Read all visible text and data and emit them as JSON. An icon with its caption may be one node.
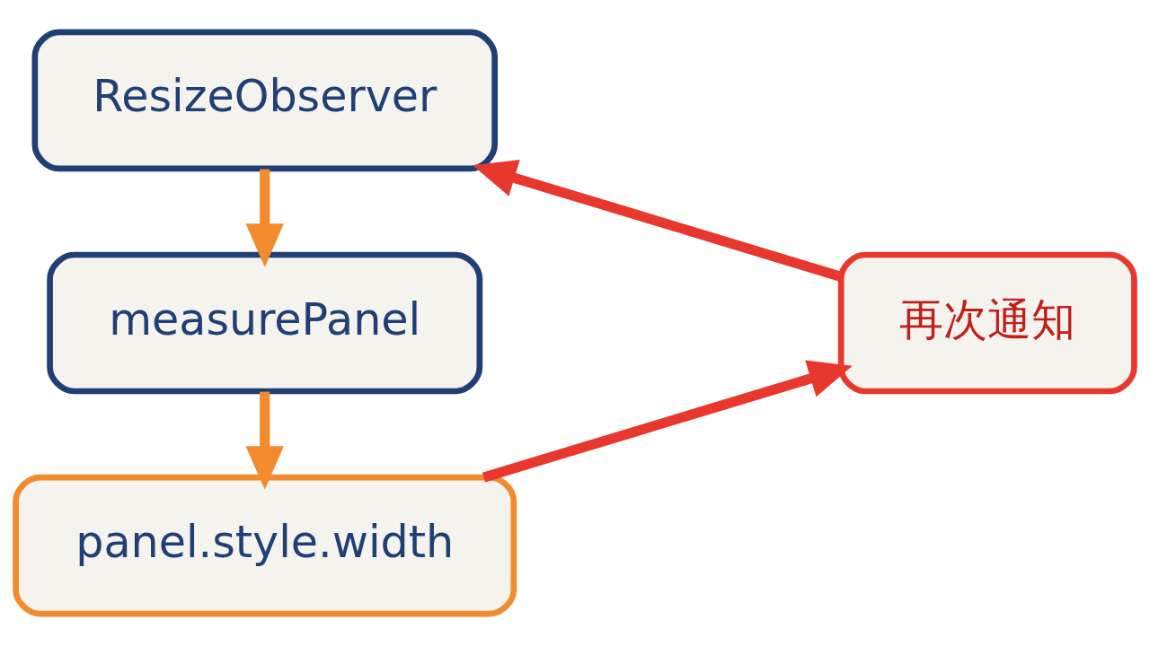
{
  "diagram": {
    "nodes": [
      {
        "text": [
          "ResizeObserver"
        ]
      },
      {
        "text": [
          "measurePanel"
        ]
      },
      {
        "text": [
          "panel.style.width"
        ]
      },
      {
        "text": [
          "再次通知"
        ]
      }
    ],
    "edges": [
      {
        "from": 0,
        "to": 1,
        "arrow": "to",
        "color": "#f28a2e"
      },
      {
        "from": 1,
        "to": 2,
        "arrow": "to",
        "color": "#f28a2e"
      },
      {
        "from": 2,
        "to": 3,
        "arrow": "to",
        "color": "#e8372c"
      },
      {
        "from": 3,
        "to": 0,
        "arrow": "to",
        "color": "#e8372c"
      }
    ]
  }
}
